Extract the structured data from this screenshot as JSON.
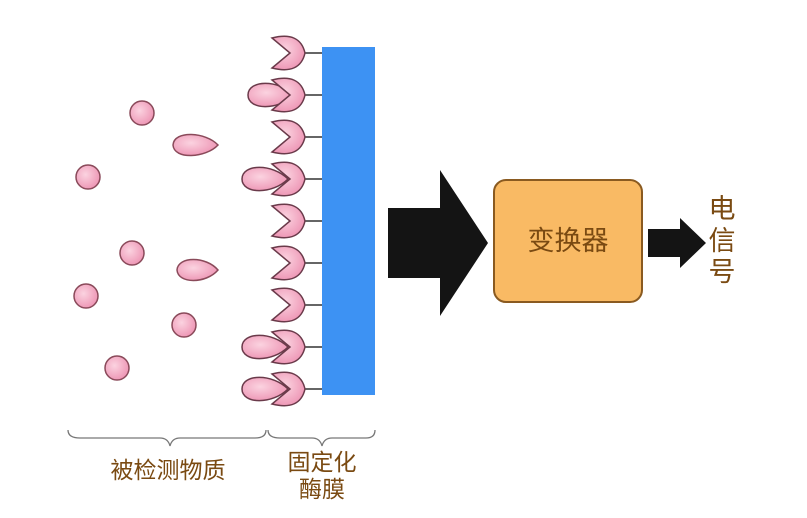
{
  "labels": {
    "analyte": "被检测物质",
    "membrane_line1": "固定化",
    "membrane_line2": "酶膜",
    "transducer": "变换器",
    "signal_1": "电",
    "signal_2": "信",
    "signal_3": "号"
  },
  "colors": {
    "membrane": "#3d92f3",
    "transducer_fill": "#f9ba64",
    "transducer_stroke": "#8a5a20",
    "molecule_fill": "#f2a3bd",
    "text": "#7a4a12"
  },
  "enzymes": [
    {
      "bound": false
    },
    {
      "bound": true
    },
    {
      "bound": false
    },
    {
      "bound": true
    },
    {
      "bound": false
    },
    {
      "bound": false
    },
    {
      "bound": false
    },
    {
      "bound": true
    },
    {
      "bound": true
    }
  ]
}
